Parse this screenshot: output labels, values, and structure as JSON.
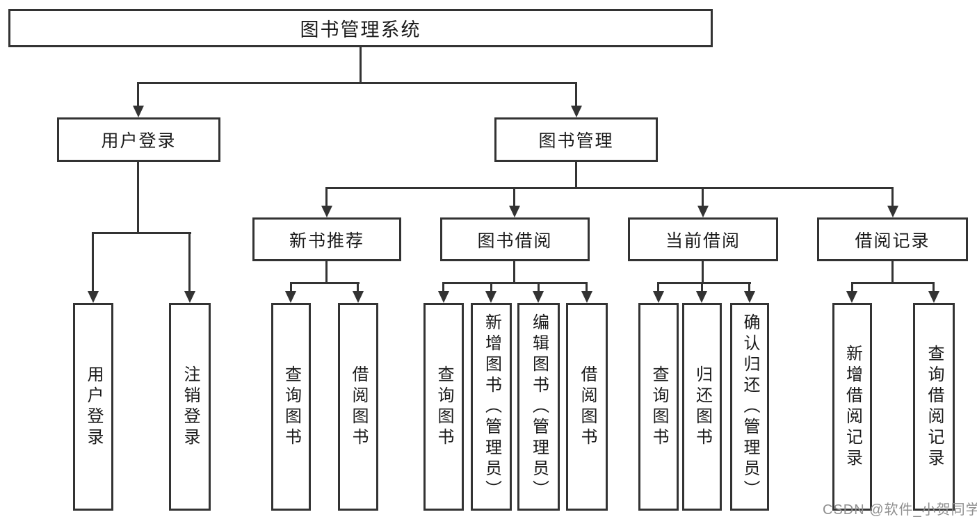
{
  "diagram": {
    "root": "图书管理系统",
    "level2": {
      "user": "用户登录",
      "mgmt": "图书管理"
    },
    "level3": {
      "newbook": "新书推荐",
      "borrow": "图书借阅",
      "current": "当前借阅",
      "records": "借阅记录"
    },
    "leaves": {
      "user_login": "用户登录",
      "user_logout": "注销登录",
      "newbook_query": "查询图书",
      "newbook_borrow": "借阅图书",
      "borrow_query": "查询图书",
      "borrow_add": "新增图书（管理员）",
      "borrow_edit": "编辑图书（管理员）",
      "borrow_borrow": "借阅图书",
      "current_query": "查询图书",
      "current_return": "归还图书",
      "current_confirm": "确认归还（管理员）",
      "records_add": "新增借阅记录",
      "records_query": "查询借阅记录"
    }
  },
  "watermark": "CSDN @软件_小贺同学",
  "colors": {
    "line": "#333333",
    "box_border": "#333333",
    "background": "#ffffff",
    "watermark": "#8f8f8f"
  }
}
